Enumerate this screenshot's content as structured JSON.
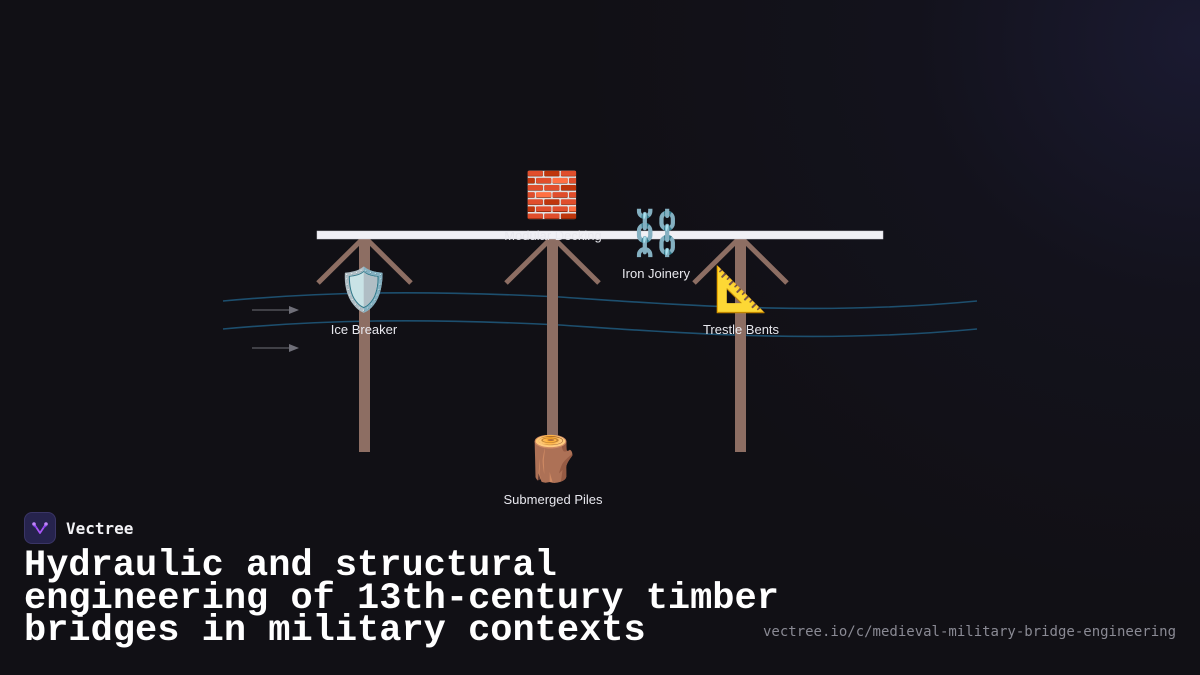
{
  "brand": {
    "name": "Vectree"
  },
  "headline": "Hydraulic and structural engineering of 13th-century timber bridges in military contexts",
  "url": "vectree.io/c/medieval-military-bridge-engineering",
  "diagram": {
    "nodes": {
      "modular_decking": {
        "label": "Modular Decking",
        "icon": "bricks-icon",
        "glyph": "🧱"
      },
      "iron_joinery": {
        "label": "Iron Joinery",
        "icon": "chain-icon",
        "glyph": "⛓️"
      },
      "ice_breaker": {
        "label": "Ice Breaker",
        "icon": "shield-icon",
        "glyph": "🛡️"
      },
      "trestle_bents": {
        "label": "Trestle Bents",
        "icon": "triangular-ruler-icon",
        "glyph": "📐"
      },
      "submerged_piles": {
        "label": "Submerged Piles",
        "icon": "log-icon",
        "glyph": "🪵"
      }
    },
    "colors": {
      "deck": "#f0f0f5",
      "timber": "#8d6e63",
      "water": "#1d4f6e",
      "flow_arrow": "#6f6f78",
      "background": "#111015",
      "logo_accent": "#a855f7"
    }
  }
}
